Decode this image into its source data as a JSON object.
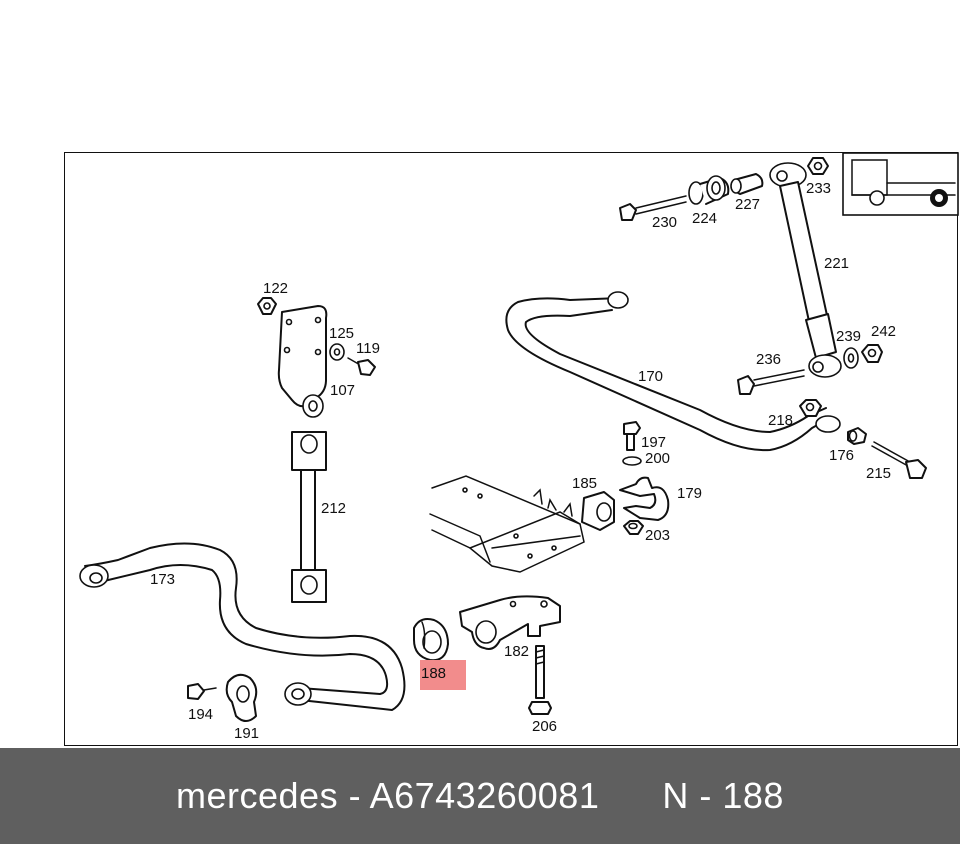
{
  "diagram": {
    "highlight_color": "#f28c8c",
    "callouts": {
      "c122": "122",
      "c125": "125",
      "c119": "119",
      "c107": "107",
      "c212": "212",
      "c173": "173",
      "c194": "194",
      "c191": "191",
      "c188": "188",
      "c182": "182",
      "c206": "206",
      "c185": "185",
      "c197": "197",
      "c200": "200",
      "c179": "179",
      "c203": "203",
      "c170": "170",
      "c230": "230",
      "c224": "224",
      "c227": "227",
      "c233": "233",
      "c221": "221",
      "c239": "239",
      "c242": "242",
      "c236": "236",
      "c218": "218",
      "c176": "176",
      "c215": "215"
    },
    "selected_part": "188"
  },
  "footer": {
    "brand": "mercedes",
    "separator": "-",
    "part_number": "A6743260081",
    "position_prefix": "N",
    "position_separator": "-",
    "position_number": "188",
    "background": "#5f5f5f"
  }
}
